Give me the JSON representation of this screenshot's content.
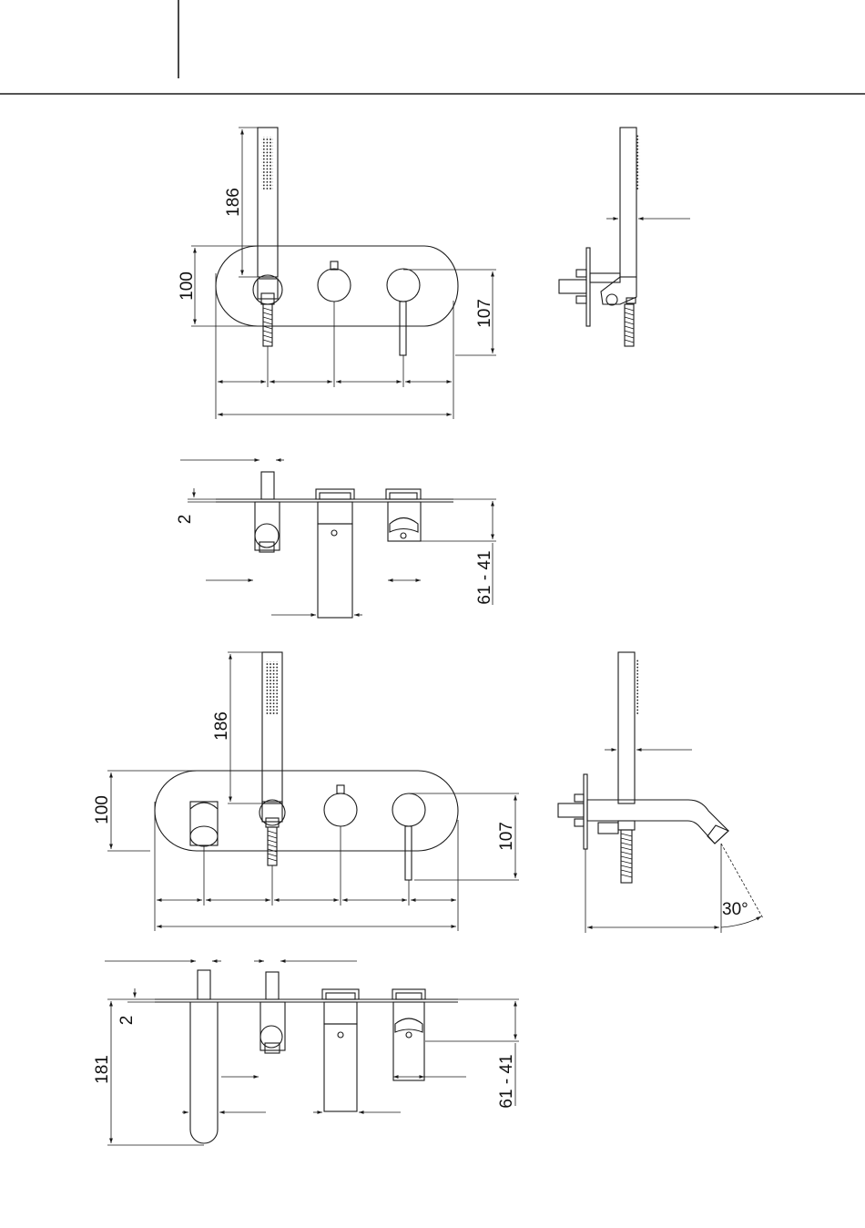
{
  "view1_front": {
    "dim_handshower_height": "186",
    "dim_plate_height": "100",
    "dim_lever_drop": "107"
  },
  "view2_top": {
    "dim_plate_thickness": "2",
    "dim_depth_range": "61 - 41"
  },
  "view3_front": {
    "dim_handshower_height": "186",
    "dim_plate_height": "100",
    "dim_lever_drop": "107"
  },
  "view3_side": {
    "dim_spout_angle": "30°"
  },
  "view4_top": {
    "dim_plate_thickness": "2",
    "dim_spout_depth": "181",
    "dim_depth_range": "61 - 41"
  }
}
